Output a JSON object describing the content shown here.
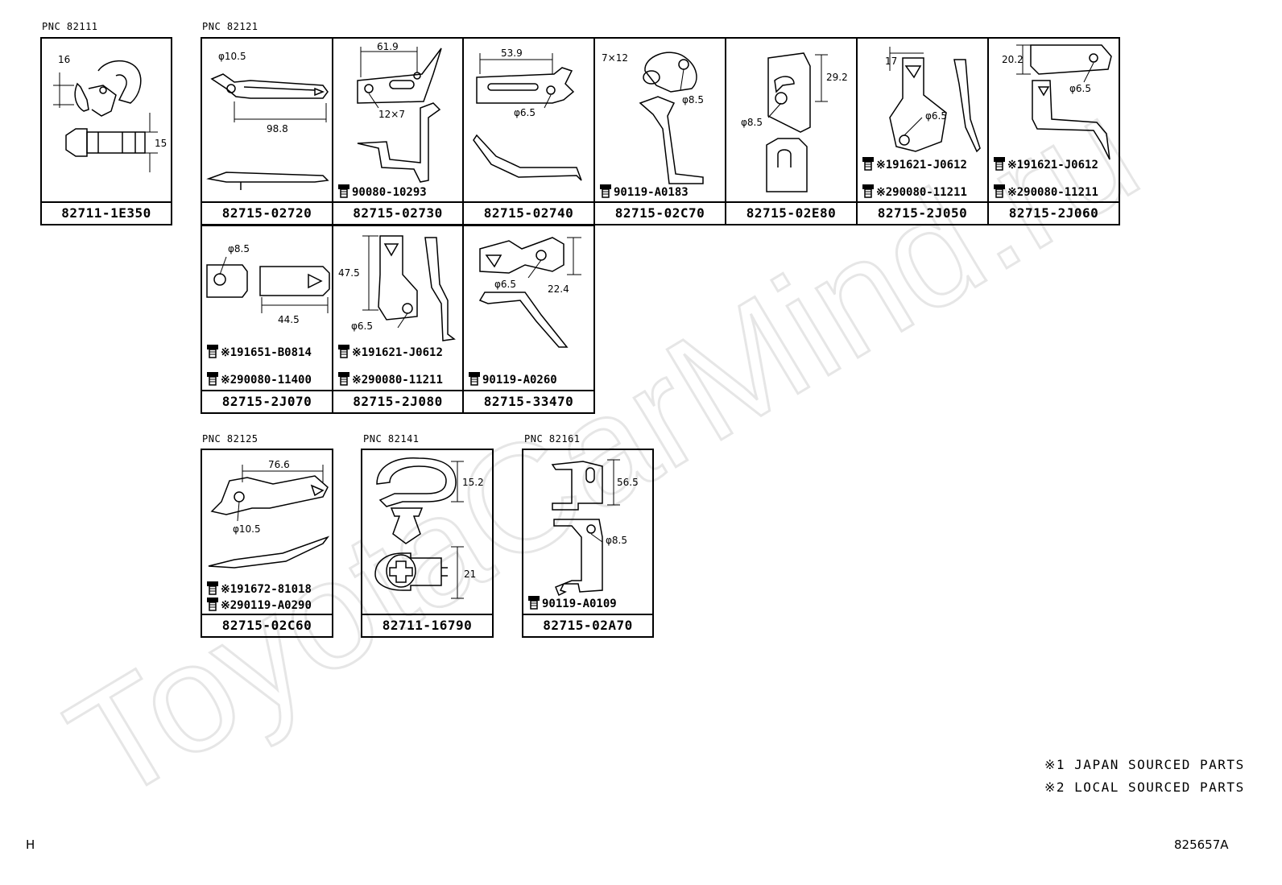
{
  "watermark": "ToyotaCarMind.ru",
  "groups": {
    "g82111": "PNC 82111",
    "g82121": "PNC 82121",
    "g82125": "PNC 82125",
    "g82141": "PNC 82141",
    "g82161": "PNC 82161"
  },
  "parts": {
    "p1E350": {
      "part": "82711-1E350",
      "dims": [
        "16",
        "15"
      ],
      "bolts": []
    },
    "p02720": {
      "part": "82715-02720",
      "dims": [
        "φ10.5",
        "98.8"
      ],
      "bolts": []
    },
    "p02730": {
      "part": "82715-02730",
      "dims": [
        "61.9",
        "12×7"
      ],
      "bolts": [
        "90080-10293"
      ]
    },
    "p02740": {
      "part": "82715-02740",
      "dims": [
        "53.9",
        "φ6.5"
      ],
      "bolts": []
    },
    "p02C70": {
      "part": "82715-02C70",
      "dims": [
        "7×12",
        "φ8.5"
      ],
      "bolts": [
        "90119-A0183"
      ]
    },
    "p02E80": {
      "part": "82715-02E80",
      "dims": [
        "29.2",
        "φ8.5"
      ],
      "bolts": []
    },
    "p2J050": {
      "part": "82715-2J050",
      "dims": [
        "17",
        "φ6.5"
      ],
      "bolts": [
        "※191621-J0612",
        "※290080-11211"
      ]
    },
    "p2J060": {
      "part": "82715-2J060",
      "dims": [
        "20.2",
        "φ6.5"
      ],
      "bolts": [
        "※191621-J0612",
        "※290080-11211"
      ]
    },
    "p2J070": {
      "part": "82715-2J070",
      "dims": [
        "φ8.5",
        "44.5"
      ],
      "bolts": [
        "※191651-B0814",
        "※290080-11400"
      ]
    },
    "p2J080": {
      "part": "82715-2J080",
      "dims": [
        "47.5",
        "φ6.5"
      ],
      "bolts": [
        "※191621-J0612",
        "※290080-11211"
      ]
    },
    "p33470": {
      "part": "82715-33470",
      "dims": [
        "φ6.5",
        "22.4"
      ],
      "bolts": [
        "90119-A0260"
      ]
    },
    "p02C60": {
      "part": "82715-02C60",
      "dims": [
        "76.6",
        "φ10.5"
      ],
      "bolts": [
        "※191672-81018",
        "※290119-A0290"
      ]
    },
    "p16790": {
      "part": "82711-16790",
      "dims": [
        "15.2",
        "21"
      ],
      "bolts": []
    },
    "p02A70": {
      "part": "82715-02A70",
      "dims": [
        "56.5",
        "φ8.5"
      ],
      "bolts": [
        "90119-A0109"
      ]
    }
  },
  "legend": {
    "line1": "※1 JAPAN SOURCED PARTS",
    "line2": "※2 LOCAL SOURCED PARTS"
  },
  "corner_left": "H",
  "corner_right": "825657A"
}
